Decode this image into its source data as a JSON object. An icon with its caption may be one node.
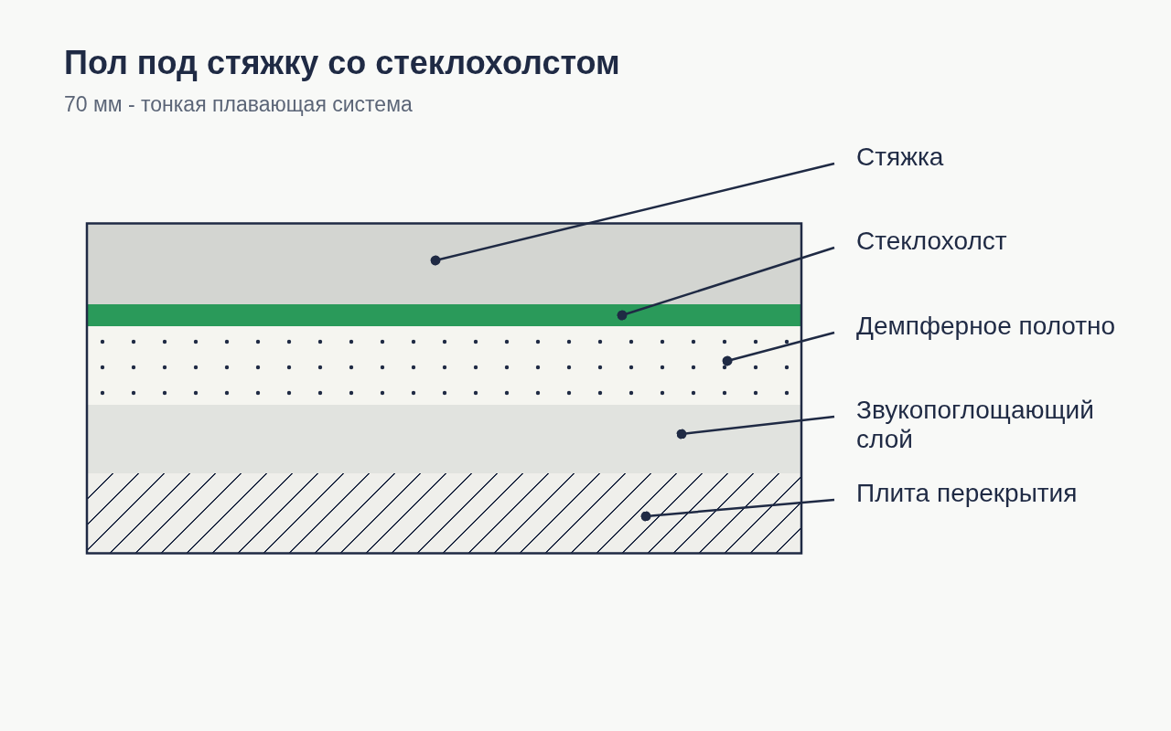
{
  "diagram": {
    "title": "Пол под стяжку со стеклохолстом",
    "nodes": [
      {
        "text": [
          "Стяжка"
        ]
      },
      {
        "text": [
          "Стеклохолст"
        ]
      },
      {
        "text": [
          "Демпферное полотно"
        ]
      },
      {
        "text": [
          "Звукопоглощающий слой"
        ]
      },
      {
        "text": [
          "Плита перекрытия"
        ]
      },
      {
        "text": [],
        "shape": "bar"
      },
      {
        "text": [],
        "shape": "bar"
      },
      {
        "text": [],
        "shape": "bar"
      },
      {
        "text": [],
        "shape": "bar"
      },
      {
        "text": [],
        "shape": "bar"
      }
    ],
    "edges": [
      {
        "from": 0,
        "to": 5,
        "arrow": "other"
      },
      {
        "from": 1,
        "to": 6,
        "arrow": "other"
      },
      {
        "from": 2,
        "to": 7,
        "arrow": "other"
      },
      {
        "from": 3,
        "to": 8,
        "arrow": "other"
      },
      {
        "from": 4,
        "to": 9,
        "arrow": "other"
      }
    ],
    "labels": [
      "70 мм - тонкая плавающая система"
    ]
  }
}
